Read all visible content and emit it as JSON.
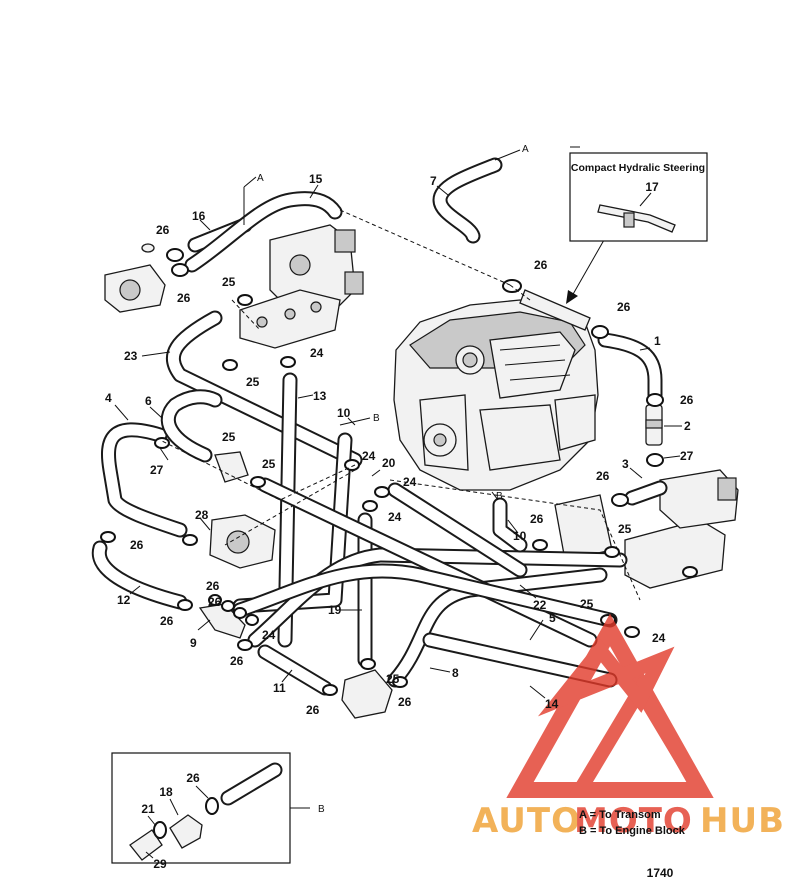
{
  "figure_number": "1740",
  "inset_top": {
    "title": "Compact Hydralic Steering",
    "part": "17"
  },
  "inset_bottom": {
    "parts": [
      "21",
      "18",
      "26",
      "29"
    ],
    "letter": "B"
  },
  "legend": {
    "a": "A = To Transom",
    "b": "B = To Engine Block"
  },
  "watermark": {
    "part1": "AUTO",
    "part2": "MOTO",
    "part3": "HUB",
    "color_orange": "#f0a030",
    "color_red": "#e23a2a"
  },
  "callouts": {
    "c1": "1",
    "c2": "2",
    "c3": "3",
    "c4": "4",
    "c5": "5",
    "c6": "6",
    "c7": "7",
    "c8": "8",
    "c9": "9",
    "c10a": "10",
    "c10b": "10",
    "c11": "11",
    "c12": "12",
    "c13": "13",
    "c14": "14",
    "c15": "15",
    "c16": "16",
    "c19": "19",
    "c20": "20",
    "c22": "22",
    "c23": "23",
    "c24a": "24",
    "c24b": "24",
    "c24c": "24",
    "c24d": "24",
    "c24e": "24",
    "c25a": "25",
    "c25b": "25",
    "c25c": "25",
    "c25d": "25",
    "c25e": "25",
    "c25f": "25",
    "c25g": "25",
    "c26a": "26",
    "c26b": "26",
    "c26c": "26",
    "c26d": "26",
    "c26e": "26",
    "c26f": "26",
    "c26g": "26",
    "c26h": "26",
    "c26i": "26",
    "c26j": "26",
    "c26k": "26",
    "c26l": "26",
    "c26m": "26",
    "c26n": "26",
    "c27a": "27",
    "c27b": "27",
    "c28": "28",
    "lA1": "A",
    "lA2": "A",
    "lB1": "B",
    "lB2": "B"
  }
}
